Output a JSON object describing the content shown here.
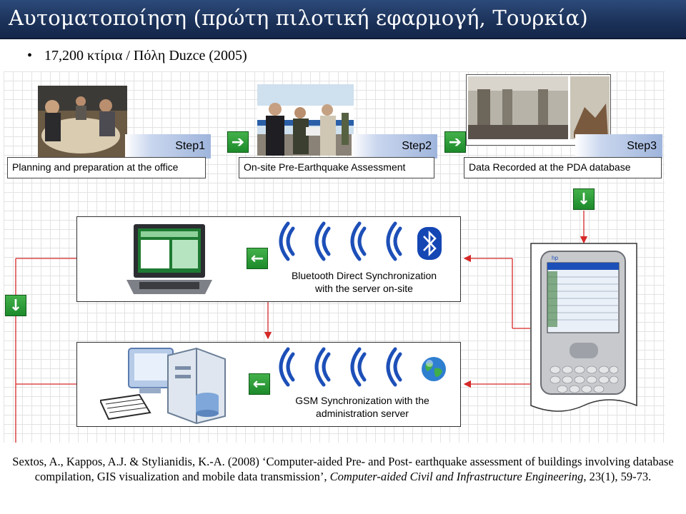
{
  "header": {
    "title": "Αυτοματοποίηση (πρώτη πιλοτική εφαρμογή, Τουρκία)",
    "bullet": "17,200 κτίρια / Πόλη Duzce (2005)"
  },
  "steps": [
    {
      "step_label": "Step1",
      "caption": "Planning and preparation at the office"
    },
    {
      "step_label": "Step2",
      "caption": "On-site Pre-Earthquake Assessment"
    },
    {
      "step_label": "Step3",
      "caption": "Data Recorded at the PDA database"
    }
  ],
  "sync_panels": [
    {
      "line1": "Bluetooth Direct Synchronization",
      "line2": "with the server on-site"
    },
    {
      "line1": "GSM Synchronization with the",
      "line2": "administration server"
    }
  ],
  "icons": {
    "arrow_right": "green-arrow-right-icon",
    "arrow_down": "green-arrow-down-icon",
    "arrow_left": "green-arrow-left-icon",
    "bluetooth": "bluetooth-icon",
    "globe": "globe-icon",
    "signal": "wireless-signal-icon"
  },
  "colors": {
    "title_bg": "#1b3158",
    "arrow_green": "#2a9a37",
    "connector_red": "#d62828",
    "bluetooth_blue": "#1446b4"
  },
  "pda": {
    "brand": "hp"
  },
  "citation": {
    "part1": "Sextos, A., Kappos, A.J. & Stylianidis, K.-A. (2008) ‘Computer-aided Pre- and Post- earthquake assessment of buildings involving database compilation, GIS visualization and mobile data transmission’, ",
    "journal": "Computer-aided Civil and Infrastructure Engineering",
    "part2": ", 23(1), 59-73."
  }
}
